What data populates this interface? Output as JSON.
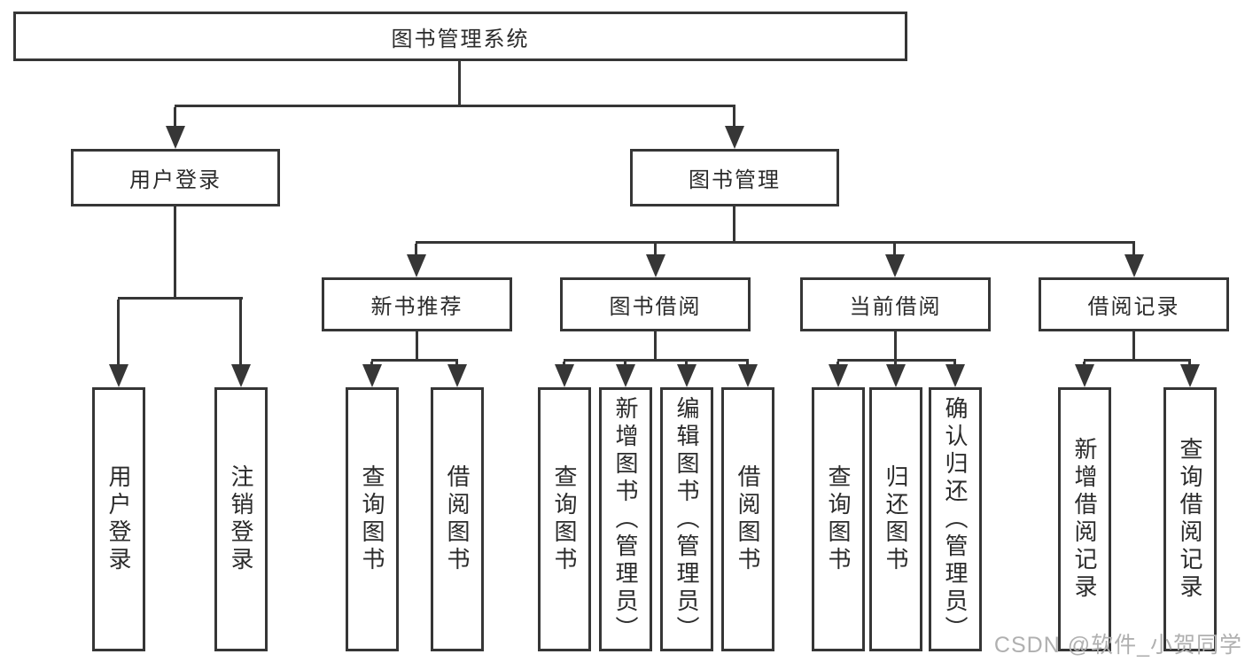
{
  "tree": {
    "label": "图书管理系统",
    "children": [
      {
        "label": "用户登录",
        "children": [
          {
            "label": "用户登录"
          },
          {
            "label": "注销登录"
          }
        ]
      },
      {
        "label": "图书管理",
        "children": [
          {
            "label": "新书推荐",
            "children": [
              {
                "label": "查询图书"
              },
              {
                "label": "借阅图书"
              }
            ]
          },
          {
            "label": "图书借阅",
            "children": [
              {
                "label": "查询图书"
              },
              {
                "label": "新增图书（管理员）"
              },
              {
                "label": "编辑图书（管理员）"
              },
              {
                "label": "借阅图书"
              }
            ]
          },
          {
            "label": "当前借阅",
            "children": [
              {
                "label": "查询图书"
              },
              {
                "label": "归还图书"
              },
              {
                "label": "确认归还（管理员）"
              }
            ]
          },
          {
            "label": "借阅记录",
            "children": [
              {
                "label": "新增借阅记录"
              },
              {
                "label": "查询借阅记录"
              }
            ]
          }
        ]
      }
    ]
  },
  "watermark": {
    "text": "CSDN @软件_小贺同学"
  },
  "colors": {
    "line": "#363636",
    "text": "#2b2b2b",
    "watermark": "#b0b0b0",
    "background": "#ffffff"
  }
}
